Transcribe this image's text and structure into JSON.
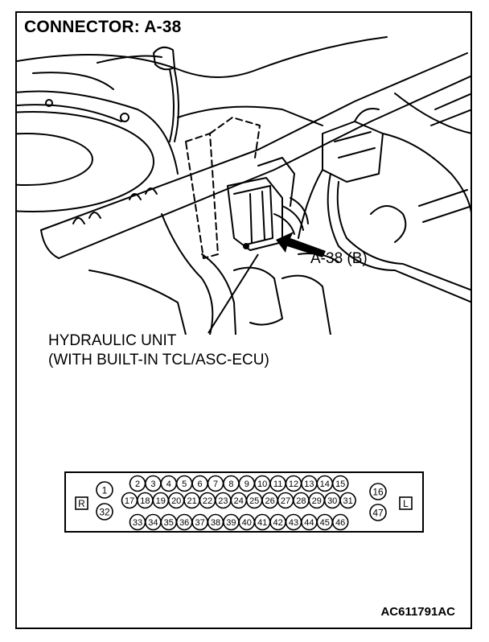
{
  "header": {
    "title": "CONNECTOR: A-38"
  },
  "callout": {
    "label": "A-38 (B)"
  },
  "caption": {
    "line1": "HYDRAULIC UNIT",
    "line2": "(WITH BUILT-IN TCL/ASC-ECU)"
  },
  "connector": {
    "left_side_label": "R",
    "right_side_label": "L",
    "left_pins": [
      "1",
      "32"
    ],
    "right_pins": [
      "16",
      "47"
    ],
    "row1": [
      "2",
      "3",
      "4",
      "5",
      "6",
      "7",
      "8",
      "9",
      "10",
      "11",
      "12",
      "13",
      "14",
      "15"
    ],
    "row2": [
      "17",
      "18",
      "19",
      "20",
      "21",
      "22",
      "23",
      "24",
      "25",
      "26",
      "27",
      "28",
      "29",
      "30",
      "31"
    ],
    "row3": [
      "33",
      "34",
      "35",
      "36",
      "37",
      "38",
      "39",
      "40",
      "41",
      "42",
      "43",
      "44",
      "45",
      "46"
    ]
  },
  "footer": {
    "figure_code": "AC611791AC"
  }
}
